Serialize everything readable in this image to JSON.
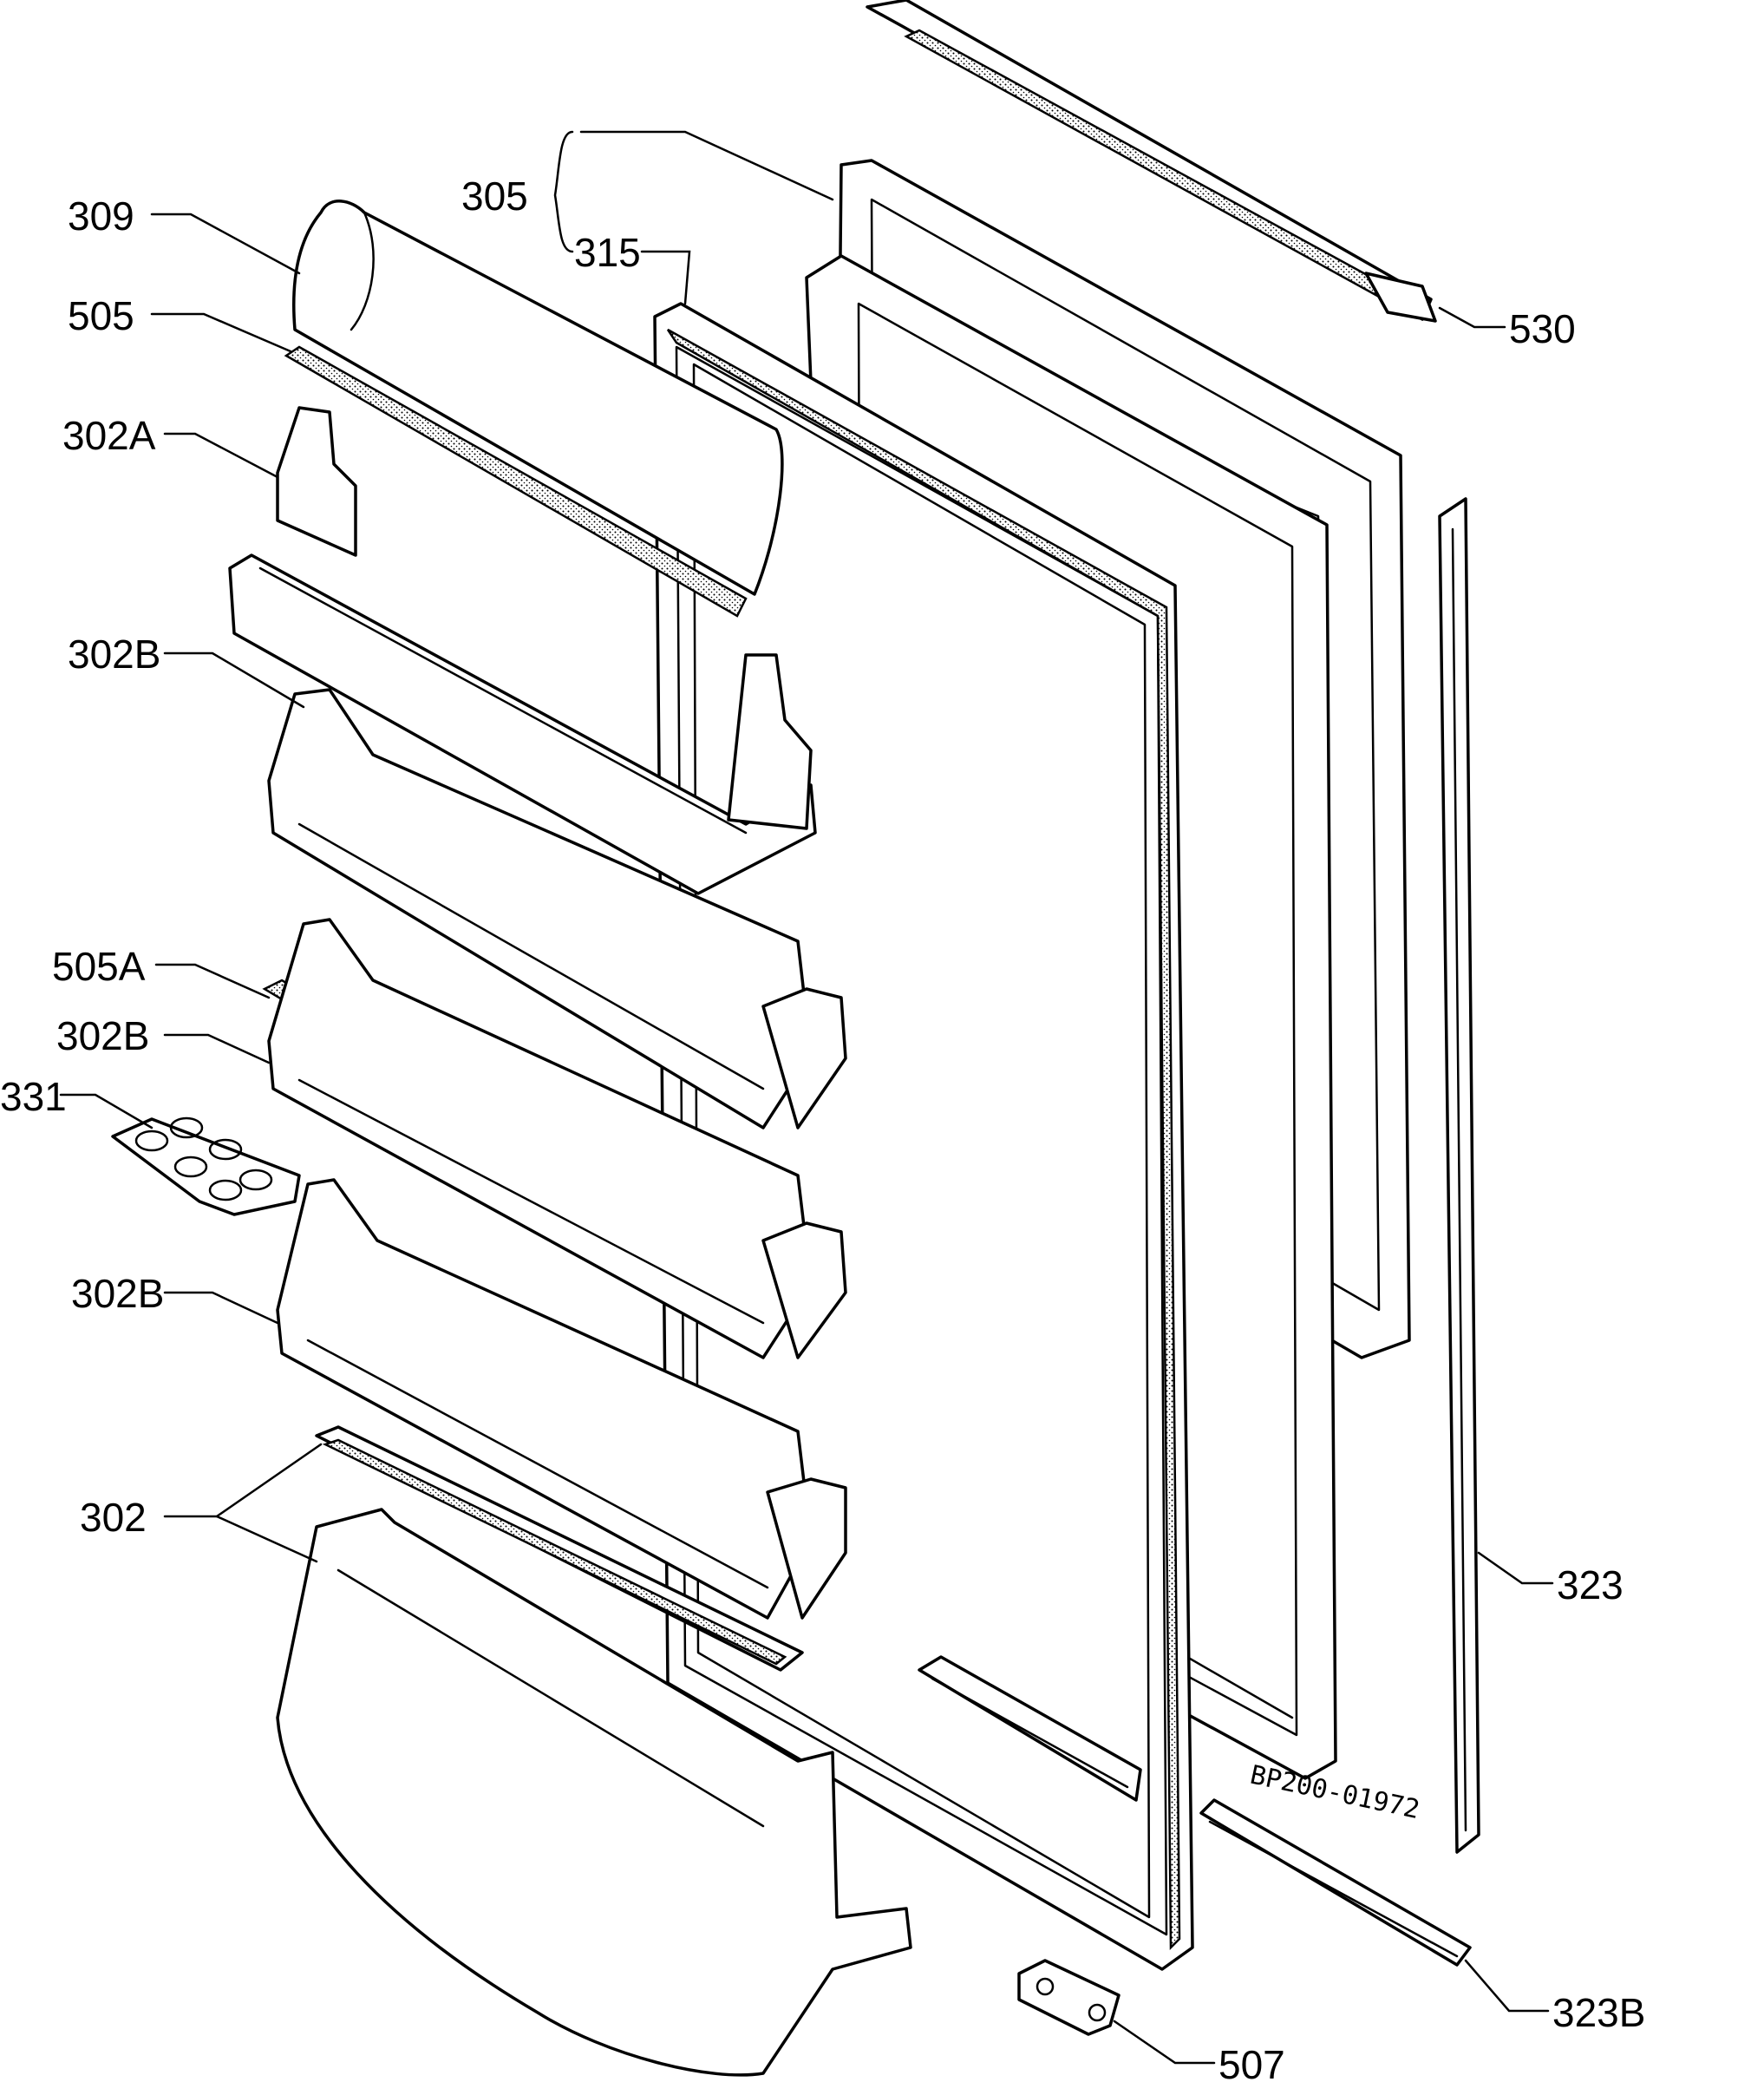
{
  "drawing_code": "BP200-01972",
  "callouts": {
    "c309": "309",
    "c505": "505",
    "c302A": "302A",
    "c302B_1": "302B",
    "c505A": "505A",
    "c302B_2": "302B",
    "c331": "331",
    "c302B_3": "302B",
    "c302": "302",
    "c305": "305",
    "c315": "315",
    "c530": "530",
    "c323": "323",
    "c323B": "323B",
    "c507": "507"
  }
}
